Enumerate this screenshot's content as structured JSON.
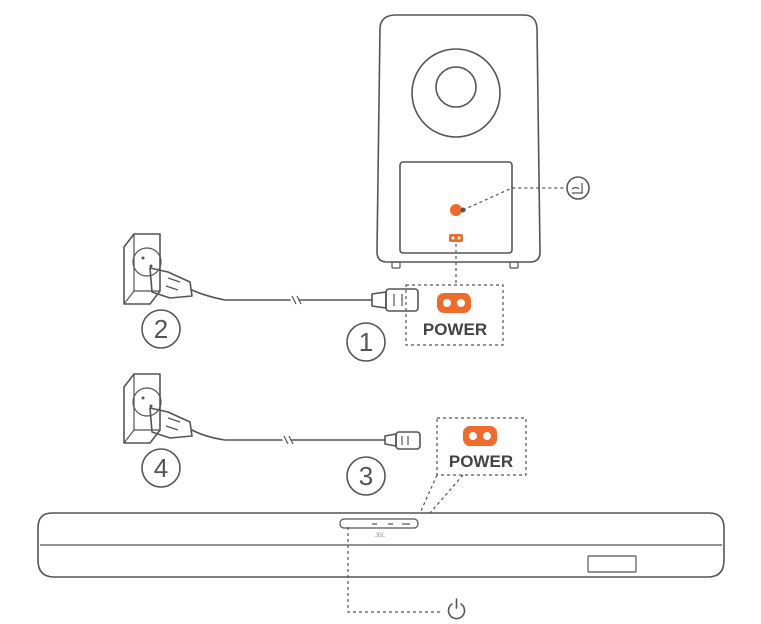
{
  "diagram": {
    "labels": {
      "step_1": "1",
      "step_2": "2",
      "step_3": "3",
      "step_4": "4",
      "power_subwoofer": "POWER",
      "power_soundbar": "POWER",
      "brand": "JBL"
    },
    "colors": {
      "accent": "#F06B2B",
      "line": "#555555"
    },
    "icons": {
      "subwoofer_pair": "link-icon",
      "soundbar_power": "power-icon"
    }
  }
}
